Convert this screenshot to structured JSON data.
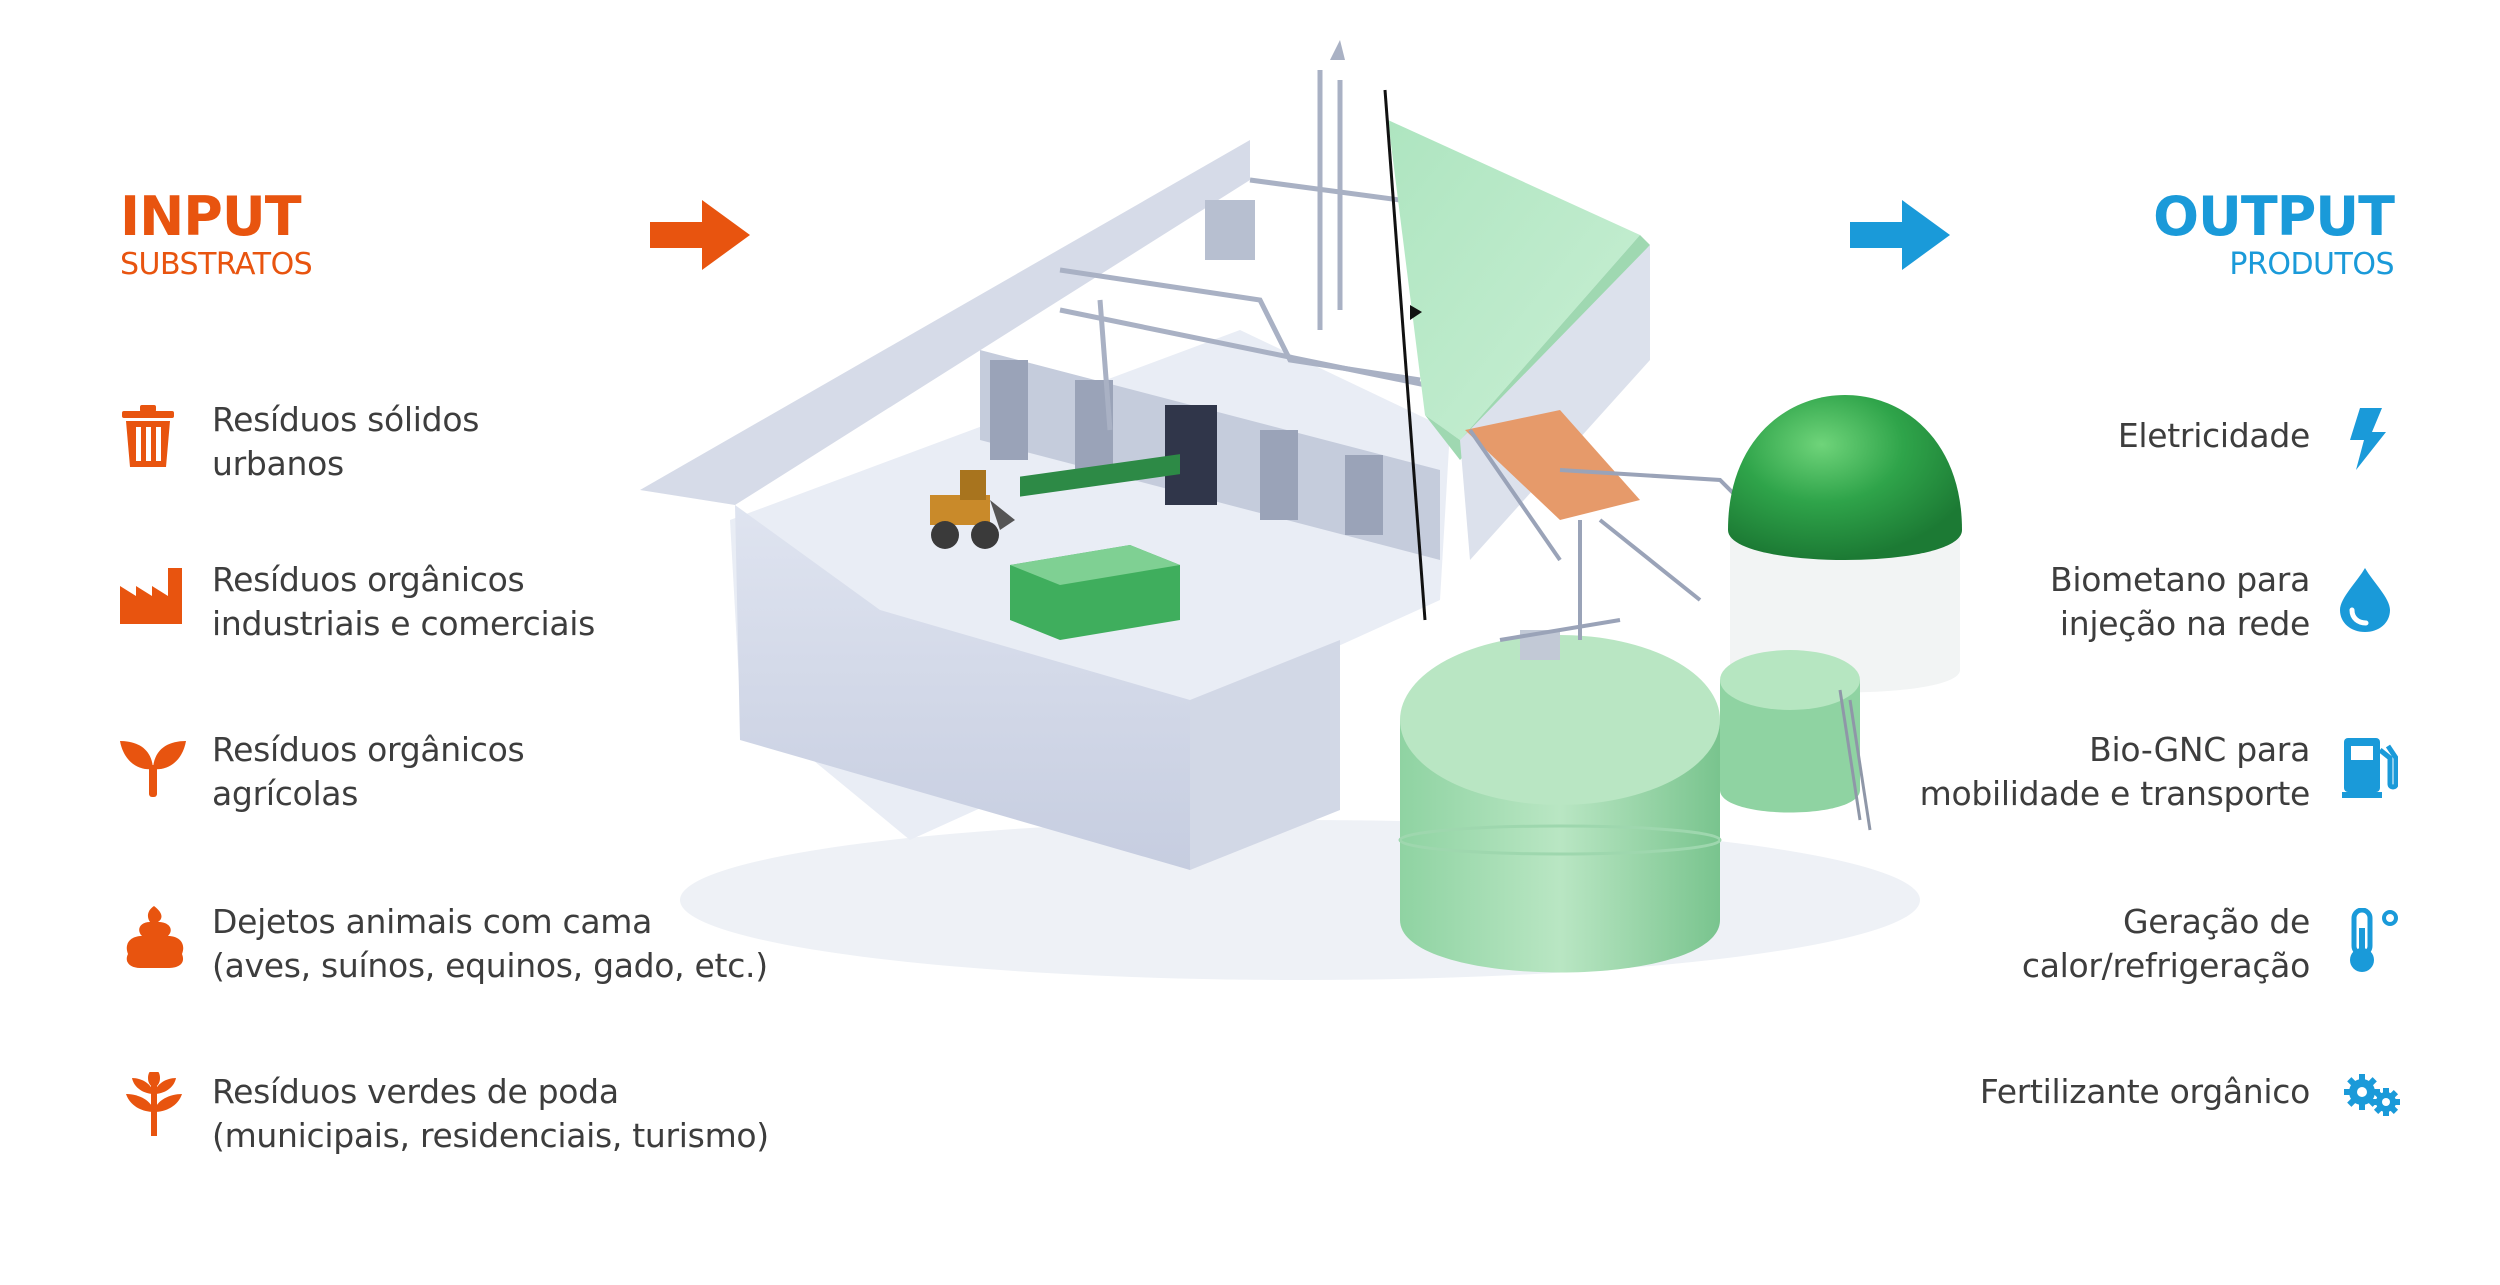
{
  "input": {
    "title": "INPUT",
    "subtitle": "SUBSTRATOS",
    "color": "#e8540f",
    "items": [
      {
        "icon": "trash-icon",
        "line1": "Resíduos sólidos",
        "line2": "urbanos"
      },
      {
        "icon": "factory-icon",
        "line1": "Resíduos orgânicos",
        "line2": "industriais e comerciais"
      },
      {
        "icon": "sprout-icon",
        "line1": "Resíduos orgânicos",
        "line2": "agrícolas"
      },
      {
        "icon": "manure-icon",
        "line1": "Dejetos animais com cama",
        "line2": "(aves, suínos, equinos, gado, etc.)"
      },
      {
        "icon": "branch-icon",
        "line1": "Resíduos verdes de poda",
        "line2": "(municipais, residenciais, turismo)"
      }
    ]
  },
  "output": {
    "title": "OUTPUT",
    "subtitle": "PRODUTOS",
    "color": "#1a9ad9",
    "items": [
      {
        "icon": "lightning-icon",
        "line1": "Eletricidade",
        "line2": ""
      },
      {
        "icon": "drop-icon",
        "line1": "Biometano para",
        "line2": "injeção na rede"
      },
      {
        "icon": "fuel-pump-icon",
        "line1": "Bio-GNC para",
        "line2": "mobilidade e transporte"
      },
      {
        "icon": "thermometer-icon",
        "line1": "Geração de",
        "line2": "calor/refrigeração"
      },
      {
        "icon": "gears-icon",
        "line1": "Fertilizante orgânico",
        "line2": ""
      }
    ]
  }
}
